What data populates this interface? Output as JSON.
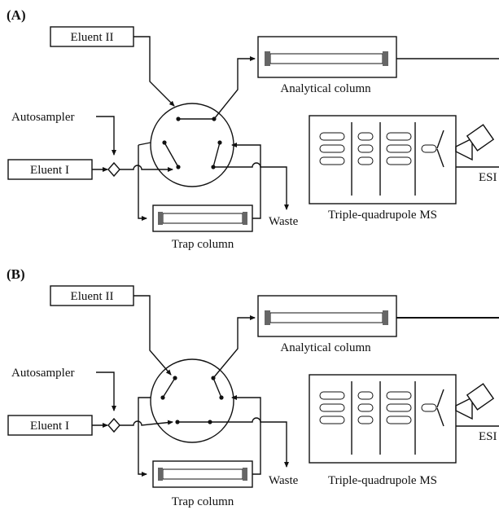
{
  "panels": [
    {
      "tag": "(A)",
      "eluent2": "Eluent II",
      "eluent1": "Eluent I",
      "autosampler": "Autosampler",
      "analytical": "Analytical column",
      "trap": "Trap column",
      "waste": "Waste",
      "ms": "Triple-quadrupole MS",
      "esi": "ESI"
    },
    {
      "tag": "(B)",
      "eluent2": "Eluent II",
      "eluent1": "Eluent I",
      "autosampler": "Autosampler",
      "analytical": "Analytical column",
      "trap": "Trap column",
      "waste": "Waste",
      "ms": "Triple-quadrupole MS",
      "esi": "ESI"
    }
  ]
}
